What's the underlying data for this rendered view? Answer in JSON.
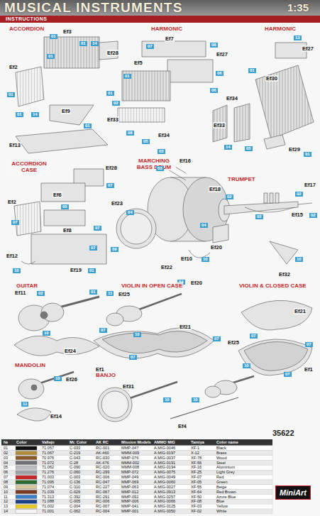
{
  "diagram": {
    "title": "MUSICAL INSTRUMENTS",
    "nodes": [
      {
        "text": [
          "MiniArt"
        ]
      }
    ],
    "labels": [
      "1:35",
      "INSTRUCTIONS",
      "ACCORDION",
      "Ef3",
      "01",
      "14",
      "01",
      "Ef28",
      "01",
      "Ef2",
      "01",
      "01",
      "14",
      "Ef9",
      "01",
      "01",
      "Ef13",
      "HARMONIC",
      "Ef7",
      "07",
      "08",
      "Ef27",
      "Ef5",
      "06",
      "06",
      "01",
      "Ef34",
      "02",
      "Ef33",
      "08",
      "05",
      "HARMONIC",
      "13",
      "Ef27",
      "01",
      "Ef30",
      "Ef34",
      "Ef33",
      "14",
      "05",
      "Ef29",
      "01",
      "ACCORDION CASE",
      "Ef28",
      "07",
      "Ef6",
      "05",
      "Ef2",
      "07",
      "Ef8",
      "07",
      "07",
      "Ef12",
      "10",
      "Ef19",
      "01",
      "MARCHING BASS DRUM",
      "Ef16",
      "03",
      "03",
      "Ef23",
      "04",
      "09",
      "Ef22",
      "04",
      "Ef20",
      "Ef10",
      "10",
      "04",
      "Ef20",
      "TRUMPET",
      "Ef18",
      "02",
      "Ef17",
      "02",
      "02",
      "Ef15",
      "02",
      "10",
      "Ef32",
      "GUITAR",
      "Ef11",
      "02",
      "01",
      "10",
      "Ef24",
      "VIOLIN IN OPEN CASE",
      "11",
      "Ef25",
      "07",
      "10",
      "Ef21",
      "07",
      "Ef1",
      "07",
      "VIOLIN & CLOSED CASE",
      "Ef21",
      "07",
      "07",
      "Ef25",
      "10",
      "07",
      "Ef1",
      "10",
      "Ef4",
      "MANDOLIN",
      "10",
      "Ef26",
      "11",
      "Ef14",
      "BANJO",
      "Ef31",
      "10",
      "35622",
      "№",
      "Color",
      "Vallejo",
      "Mr. Color",
      "AK RC",
      "Mission Models",
      "AMMO MIG",
      "Tamiya",
      "Color name",
      "01",
      "71.057",
      "C-033",
      "RC-001",
      "MMP-047",
      "A.MIG-0046",
      "XF-1",
      "Black",
      "02",
      "71.067",
      "C-219",
      "AK-460",
      "MMM-009",
      "A.MIG-0197",
      "X-12",
      "Brass",
      "03",
      "70.976",
      "C-043",
      "RC-030",
      "MMP-076",
      "A.MIG-0037",
      "XF-78",
      "Wood",
      "04",
      "71.072",
      "C-28",
      "AK-476",
      "MMM-002",
      "A.MIG-0191",
      "XF-56",
      "Steel",
      "05",
      "71.062",
      "C-090",
      "RC-020",
      "MMM-008",
      "A.MIG-0194",
      "XF-16",
      "Aluminium",
      "06",
      "71.276",
      "C-060",
      "RC-299",
      "MMP-072",
      "A.MIG-0075",
      "XF-25",
      "Light Grey",
      "07",
      "71.003",
      "C-003",
      "RC-006",
      "MMP-049",
      "A.MIG-0049",
      "XF-07",
      "Red",
      "08",
      "71.095",
      "C-136",
      "RC-047",
      "MMP-069",
      "A.MIG-0060",
      "XF-05",
      "Green",
      "09",
      "71.074",
      "C-310",
      "RC-227",
      "MMP-063",
      "A.MIG-0027",
      "XF-55",
      "Beige",
      "10",
      "71.039",
      "C-029",
      "RC-067",
      "MMP-012",
      "A.MIG-0913",
      "XF-64",
      "Red Brown",
      "11",
      "71.313",
      "C-392",
      "RC-291",
      "MMP-092",
      "A.MIG-0257",
      "XF-50",
      "Azure Blue",
      "12",
      "71.088",
      "C-005",
      "RC-006",
      "MMP-006",
      "A.MIG-0066",
      "XF-08",
      "Blue",
      "13",
      "71.002",
      "C-004",
      "RC-007",
      "MMP-041",
      "A.MIG-0125",
      "XF-03",
      "Yellow",
      "14",
      "71.001",
      "C-062",
      "RC-004",
      "MMP-001",
      "A.MIG-0050",
      "XF-02",
      "White"
    ]
  }
}
